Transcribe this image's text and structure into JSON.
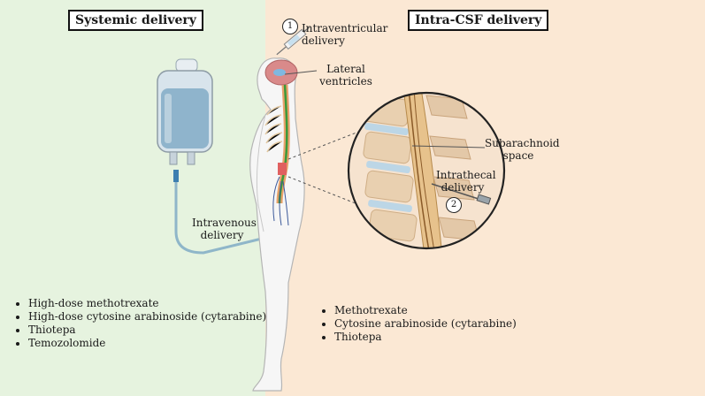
{
  "headers": {
    "systemic": "Systemic delivery",
    "intra_csf": "Intra-CSF delivery"
  },
  "labels": {
    "step1_number": "1",
    "intraventricular_line1": "Intraventricular",
    "intraventricular_line2": "delivery",
    "lateral_line1": "Lateral",
    "lateral_line2": "ventricles",
    "subarachnoid_line1": "Subarachnoid",
    "subarachnoid_line2": "space",
    "intrathecal_line1": "Intrathecal",
    "intrathecal_line2": "delivery",
    "step2_number": "2",
    "intravenous_line1": "Intravenous",
    "intravenous_line2": "delivery"
  },
  "systemic_drugs": [
    "High-dose methotrexate",
    "High-dose cytosine arabinoside (cytarabine)",
    "Thiotepa",
    "Temozolomide"
  ],
  "intra_csf_drugs": [
    "Methotrexate",
    "Cytosine arabinoside (cytarabine)",
    "Thiotepa"
  ],
  "colors": {
    "systemic_bg": "#e6f3df",
    "intra_csf_bg": "#fbe8d4",
    "iv_fluid": "#8fb4cc",
    "spinal_cord": "#3a9a3a",
    "brain": "#d98a8a"
  }
}
